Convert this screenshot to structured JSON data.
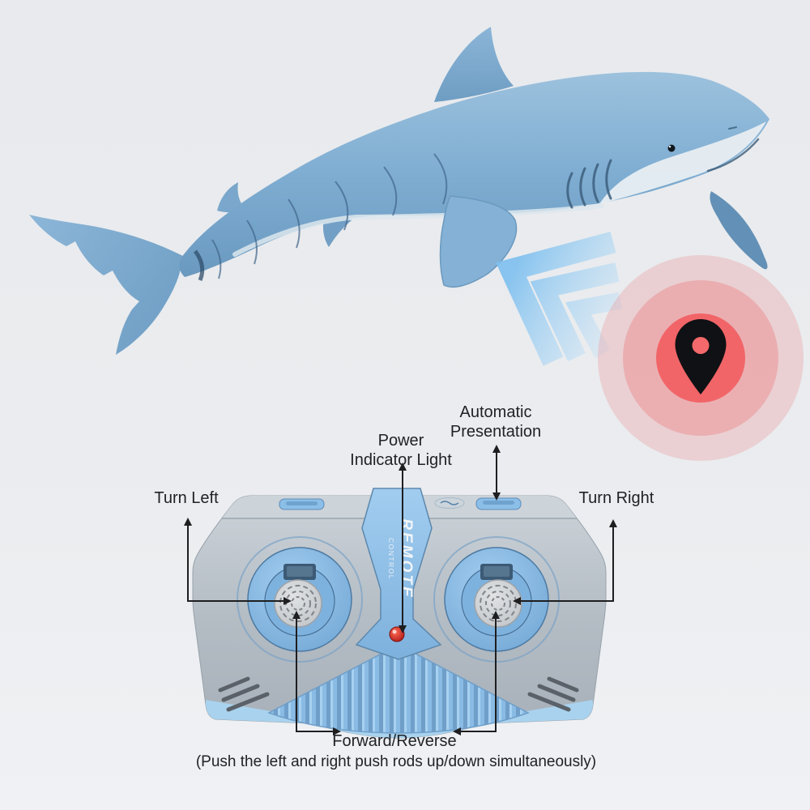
{
  "colors": {
    "background": "#e9ebee",
    "label_text": "#202226",
    "arrow": "#1e1e20",
    "shark_body_blue": "#7fadd2",
    "shark_belly_white": "#e8eef2",
    "signal_blue": "#7fc0ef",
    "pin_red": "#f4696b",
    "pin_glyph_black": "#101114",
    "remote_body_gray": "#b4bcc4",
    "remote_accent_blue": "#8cbfe8",
    "joystick_knob_gray": "#d5d7d9",
    "led_red": "#cf2128"
  },
  "remote": {
    "device_text_primary": "REMOTE",
    "device_text_secondary": "CONTROL"
  },
  "annotations": {
    "automatic_presentation": {
      "line1": "Automatic",
      "line2": "Presentation"
    },
    "power_indicator": {
      "line1": "Power",
      "line2": "Indicator Light"
    },
    "turn_left": "Turn Left",
    "turn_right": "Turn Right",
    "forward_reverse": "Forward/Reverse",
    "forward_reverse_note": "(Push the left and right push rods up/down simultaneously)"
  }
}
